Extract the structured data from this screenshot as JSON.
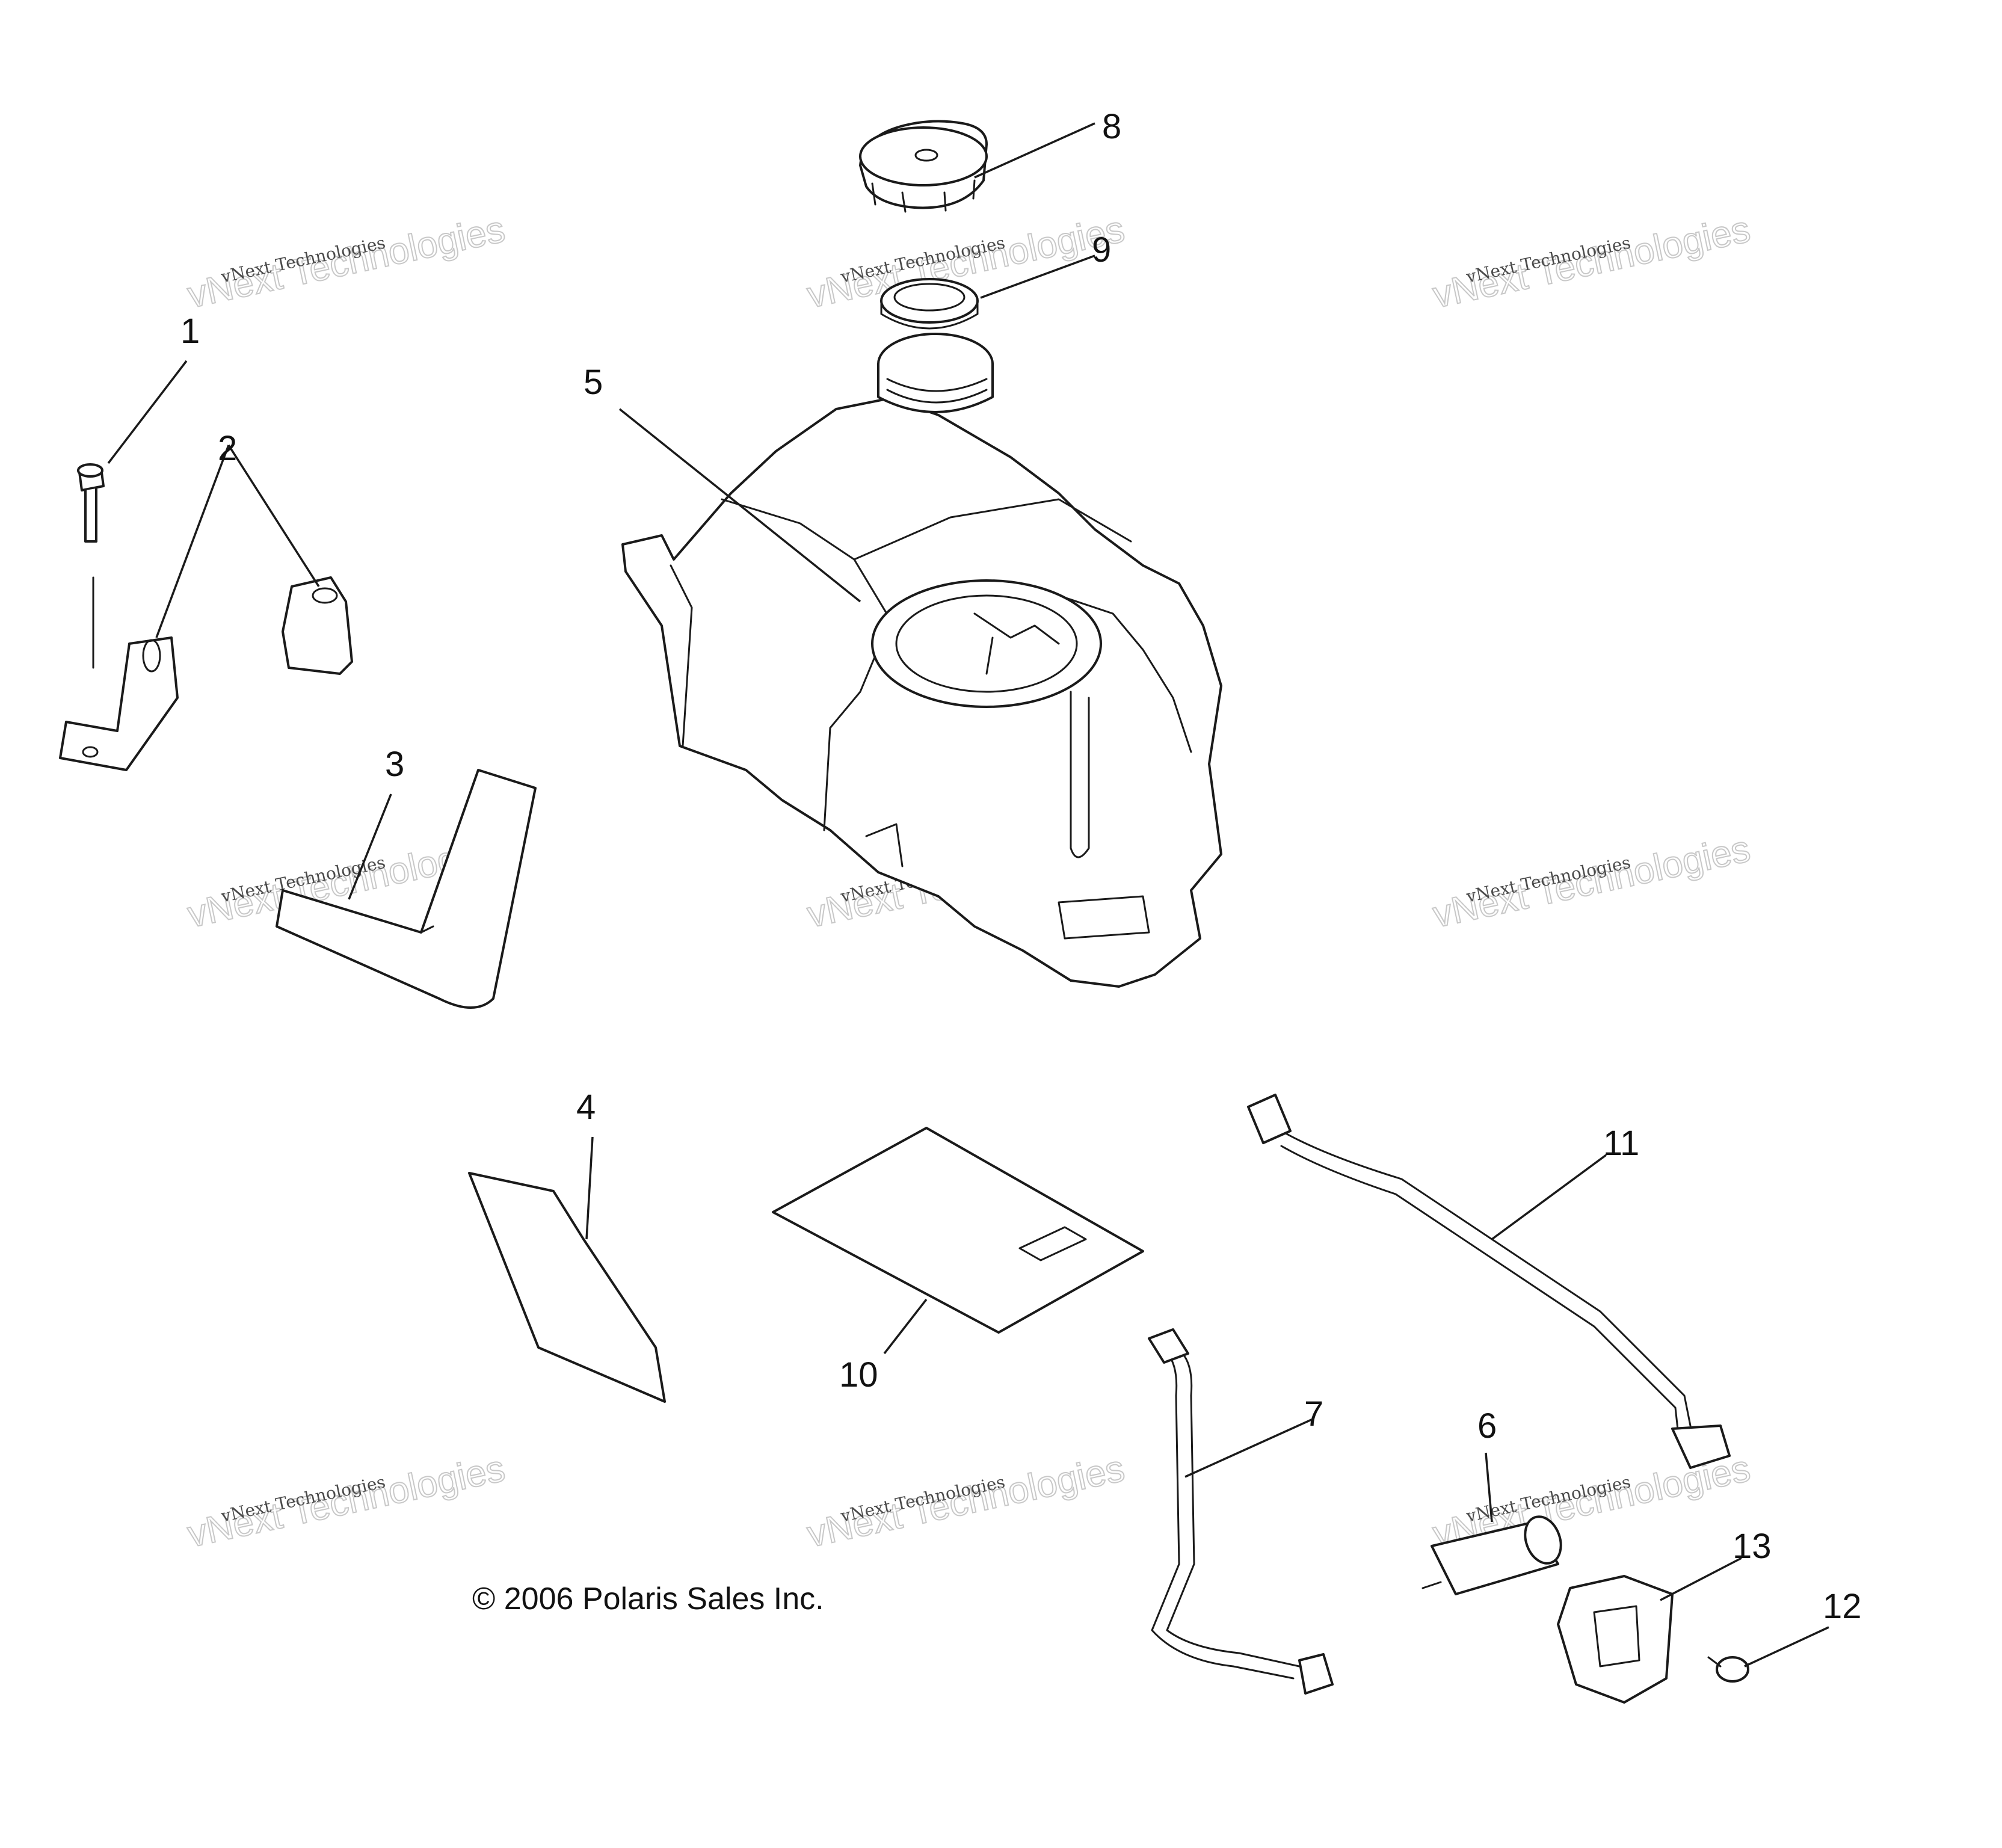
{
  "callouts": [
    "1",
    "2",
    "3",
    "4",
    "5",
    "6",
    "7",
    "8",
    "9",
    "10",
    "11",
    "12",
    "13"
  ],
  "copyright": "© 2006 Polaris Sales Inc.",
  "watermark": {
    "line1": "vNext Technologies",
    "line2": "vNext Technologies"
  }
}
